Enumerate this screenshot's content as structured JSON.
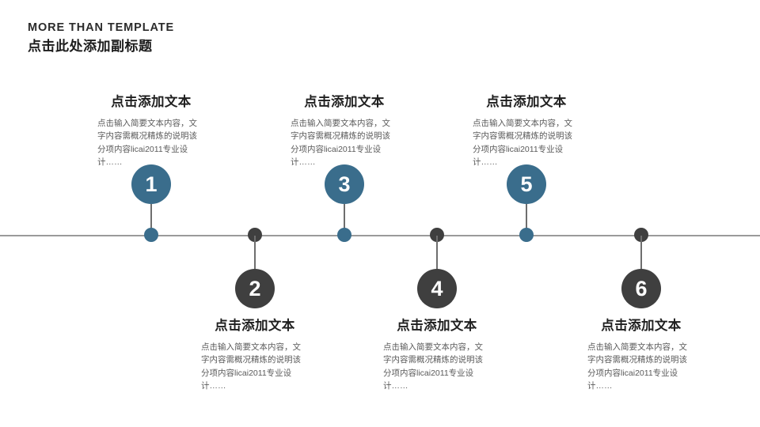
{
  "header": {
    "title_en": "MORE THAN TEMPLATE",
    "title_cn": "点击此处添加副标题"
  },
  "colors": {
    "blue": "#3a6d8c",
    "dark": "#3f3f3f",
    "axis": "#9a9a9a",
    "stem": "#6e6e6e",
    "heading": "#1f1f1f",
    "body": "#5a5a5a",
    "background": "#ffffff"
  },
  "timeline": {
    "axis_label": "timeline-axis",
    "milestones": [
      {
        "number": "1",
        "position": "above",
        "color": "blue",
        "heading": "点击添加文本",
        "body": "点击输入简要文本内容，文字内容需概况精炼的说明该分项内容licai2011专业设计……"
      },
      {
        "number": "2",
        "position": "below",
        "color": "dark",
        "heading": "点击添加文本",
        "body": "点击输入简要文本内容，文字内容需概况精炼的说明该分项内容licai2011专业设计……"
      },
      {
        "number": "3",
        "position": "above",
        "color": "blue",
        "heading": "点击添加文本",
        "body": "点击输入简要文本内容，文字内容需概况精炼的说明该分项内容licai2011专业设计……"
      },
      {
        "number": "4",
        "position": "below",
        "color": "dark",
        "heading": "点击添加文本",
        "body": "点击输入简要文本内容，文字内容需概况精炼的说明该分项内容licai2011专业设计……"
      },
      {
        "number": "5",
        "position": "above",
        "color": "blue",
        "heading": "点击添加文本",
        "body": "点击输入简要文本内容，文字内容需概况精炼的说明该分项内容licai2011专业设计……"
      },
      {
        "number": "6",
        "position": "below",
        "color": "dark",
        "heading": "点击添加文本",
        "body": "点击输入简要文本内容，文字内容需概况精炼的说明该分项内容licai2011专业设计……"
      }
    ]
  }
}
